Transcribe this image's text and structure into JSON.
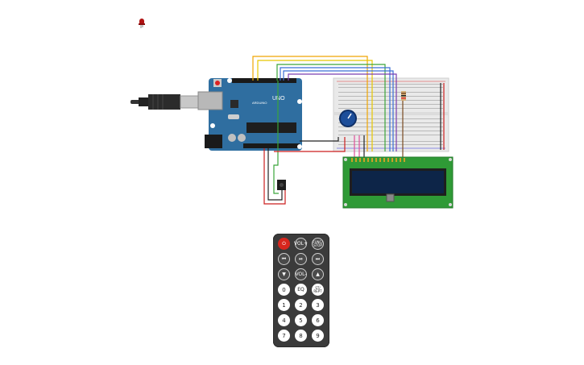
{
  "arduino": {
    "brand_label": "ARDUINO",
    "model_label": "UNO"
  },
  "remote": {
    "buttons": [
      {
        "label": "⏻",
        "style": "red"
      },
      {
        "label": "VOL+",
        "style": "dark"
      },
      {
        "label": "FUNC/ STOP",
        "style": "dark small"
      },
      {
        "label": "⏮",
        "style": "dark"
      },
      {
        "label": "⏯",
        "style": "dark"
      },
      {
        "label": "⏭",
        "style": "dark"
      },
      {
        "label": "▼",
        "style": "dark"
      },
      {
        "label": "VOL-",
        "style": "dark"
      },
      {
        "label": "▲",
        "style": "dark"
      },
      {
        "label": "0",
        "style": "num"
      },
      {
        "label": "EQ",
        "style": ""
      },
      {
        "label": "ST/ REPT",
        "style": "small"
      },
      {
        "label": "1",
        "style": "num"
      },
      {
        "label": "2",
        "style": "num"
      },
      {
        "label": "3",
        "style": "num"
      },
      {
        "label": "4",
        "style": "num"
      },
      {
        "label": "5",
        "style": "num"
      },
      {
        "label": "6",
        "style": "num"
      },
      {
        "label": "7",
        "style": "num"
      },
      {
        "label": "8",
        "style": "num"
      },
      {
        "label": "9",
        "style": "num"
      }
    ]
  },
  "wire_colors": {
    "orange": "#f0a500",
    "yellow": "#e8c800",
    "green": "#3aa53a",
    "blue": "#3b6fd6",
    "purple": "#7a3fb0",
    "red": "#cc1f1f",
    "black": "#222222",
    "pink": "#e0509a",
    "brown": "#7a4a22"
  },
  "colors": {
    "arduino_board": "#2f6ea0",
    "breadboard": "#e9e9e9",
    "lcd_pcb": "#2f9a36",
    "lcd_screen": "#0d2548",
    "led": "#b01212",
    "potentiometer": "#1d4e9a"
  }
}
